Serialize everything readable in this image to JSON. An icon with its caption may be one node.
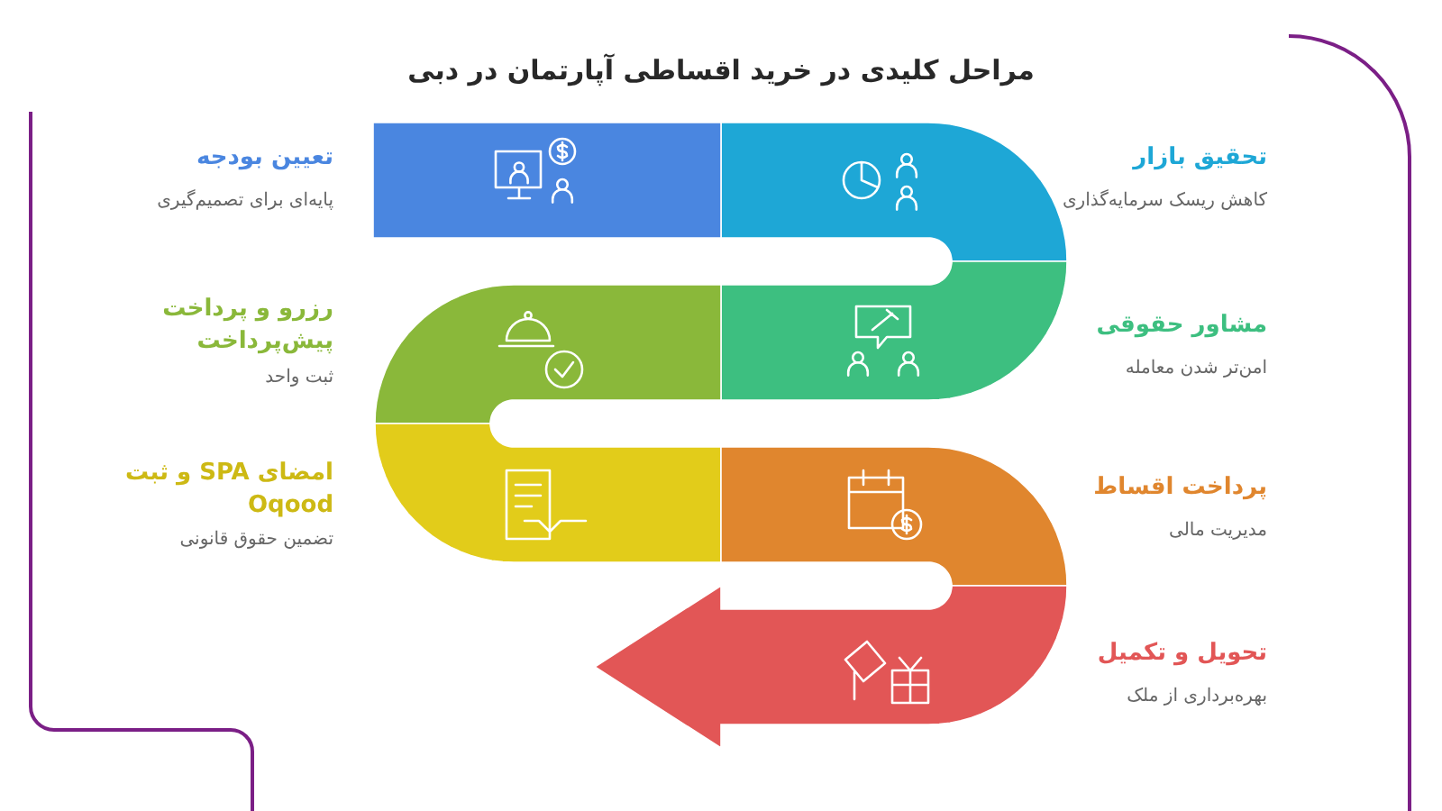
{
  "diagram": {
    "title": "مراحل کلیدی در خرید اقساطی آپارتمان در دبی",
    "nodes": [
      {
        "text": [],
        "shape": "band",
        "beside": [
          "تحقیق بازار",
          "کاهش ریسک سرمایه‌گذاری"
        ]
      },
      {
        "text": [],
        "shape": "box",
        "beside": [
          "تعیین بودجه",
          "پایه‌ای برای تصمیم‌گیری"
        ]
      },
      {
        "text": [],
        "shape": "band",
        "beside": [
          "مشاور حقوقی",
          "امن‌تر شدن معامله"
        ]
      },
      {
        "text": [],
        "shape": "band",
        "beside": [
          "رزرو و پرداخت پیش‌پرداخت",
          "ثبت واحد"
        ]
      },
      {
        "text": [],
        "shape": "band",
        "beside": [
          "امضای SPA و ثبت Oqood",
          "تضمین حقوق قانونی"
        ]
      },
      {
        "text": [],
        "shape": "band",
        "beside": [
          "پرداخت اقساط",
          "مدیریت مالی"
        ]
      },
      {
        "text": [],
        "shape": "arrow",
        "beside": [
          "تحویل و تکمیل",
          "بهره‌برداری از ملک"
        ]
      }
    ]
  }
}
